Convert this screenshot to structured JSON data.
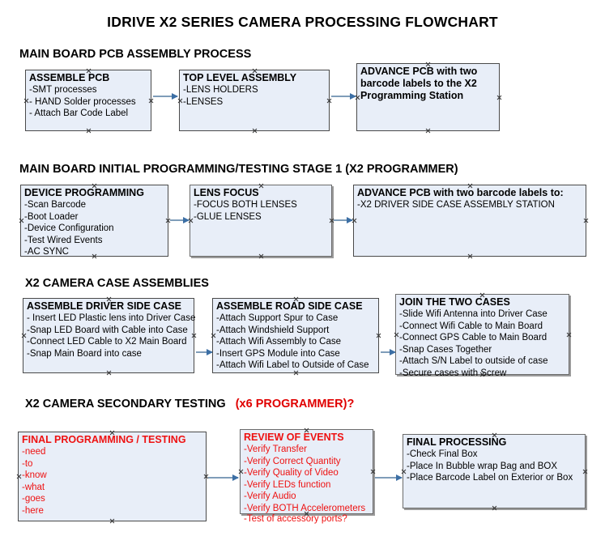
{
  "document": {
    "title": "IDRIVE X2  SERIES CAMERA PROCESSING FLOWCHART"
  },
  "sections": [
    {
      "id": "main-board-pcb-assembly-process",
      "title": "MAIN BOARD PCB ASSEMBLY PROCESS",
      "title_accent": "",
      "nodes": [
        {
          "id": "assemble-pcb",
          "title": "ASSEMBLE PCB",
          "lines": [
            "-SMT processes",
            "- HAND Solder processes",
            "- Attach Bar Code Label"
          ],
          "color": "black"
        },
        {
          "id": "top-level-assembly",
          "title": "TOP LEVEL ASSEMBLY",
          "lines": [
            "-LENS HOLDERS",
            "-LENSES"
          ],
          "color": "black"
        },
        {
          "id": "advance-pcb-to-x2-programming-station",
          "title": "ADVANCE PCB with two barcode labels to the  X2 Programming Station",
          "lines": [],
          "color": "black"
        }
      ]
    },
    {
      "id": "main-board-initial-programming",
      "title": "MAIN BOARD INITIAL PROGRAMMING/TESTING STAGE 1 (X2 PROGRAMMER)",
      "title_accent": "",
      "nodes": [
        {
          "id": "device-programming",
          "title": "DEVICE PROGRAMMING",
          "lines": [
            "-Scan Barcode",
            "-Boot Loader",
            "-Device Configuration",
            "-Test Wired Events",
            "-AC SYNC"
          ],
          "color": "black"
        },
        {
          "id": "lens-focus",
          "title": "LENS FOCUS",
          "lines": [
            "-FOCUS BOTH LENSES",
            "-GLUE LENSES"
          ],
          "color": "black"
        },
        {
          "id": "advance-pcb-to-driver-side-case-assembly",
          "title": "ADVANCE PCB with two barcode labels to:",
          "lines": [
            "-X2 DRIVER  SIDE  CASE  ASSEMBLY STATION"
          ],
          "color": "black"
        }
      ]
    },
    {
      "id": "x2-camera-case-assemblies",
      "title": "X2 CAMERA CASE ASSEMBLIES",
      "title_accent": "",
      "nodes": [
        {
          "id": "assemble-driver-side-case",
          "title": "ASSEMBLE DRIVER SIDE CASE",
          "lines": [
            "- Insert LED Plastic lens into Driver Case",
            "-Snap LED Board with Cable into Case",
            "-Connect LED Cable to X2 Main Board",
            "-Snap Main Board into case"
          ],
          "color": "black"
        },
        {
          "id": "assemble-road-side-case",
          "title": "ASSEMBLE ROAD SIDE CASE",
          "lines": [
            "-Attach Support Spur to Case",
            "-Attach Windshield Support",
            "-Attach Wifi Assembly to Case",
            "-Insert GPS Module into Case",
            "-Attach Wifi Label to Outside of Case"
          ],
          "color": "black"
        },
        {
          "id": "join-the-two-cases",
          "title": "JOIN THE TWO CASES",
          "lines": [
            "-Slide Wifi Antenna into Driver Case",
            "-Connect Wifi Cable to Main Board",
            "-Connect GPS Cable to Main Board",
            "-Snap Cases Together",
            "-Attach S/N Label to outside of case",
            "-Secure cases with Screw"
          ],
          "color": "black"
        }
      ]
    },
    {
      "id": "x2-camera-secondary-testing",
      "title": "X2 CAMERA SECONDARY TESTING",
      "title_accent": "(x6 PROGRAMMER)?",
      "nodes": [
        {
          "id": "final-programming-testing",
          "title": "FINAL PROGRAMMING / TESTING",
          "lines": [
            "-need",
            "-to",
            "-know",
            "-what",
            "-goes",
            "-here"
          ],
          "color": "red"
        },
        {
          "id": "review-of-events",
          "title": "REVIEW OF EVENTS",
          "lines": [
            "-Verify Transfer",
            "-Verify Correct Quantity",
            "-Verify Quality of Video",
            "-Verify LEDs function",
            "-Verify Audio",
            "-Verify BOTH Accelerometers"
          ],
          "overflow_line": "-Test of accessory ports?",
          "color": "red"
        },
        {
          "id": "final-processing",
          "title": "FINAL PROCESSING",
          "lines": [
            " -Check Final Box",
            "-Place In Bubble wrap Bag and BOX",
            "-Place Barcode Label on Exterior or Box"
          ],
          "color": "black"
        }
      ]
    }
  ],
  "colors": {
    "node_fill": "#e8eef8",
    "node_border": "#4a4a4a",
    "accent_red": "#ee1111",
    "connector": "#7f9db9",
    "arrowhead": "#3c6fa5",
    "text": "#000000"
  }
}
